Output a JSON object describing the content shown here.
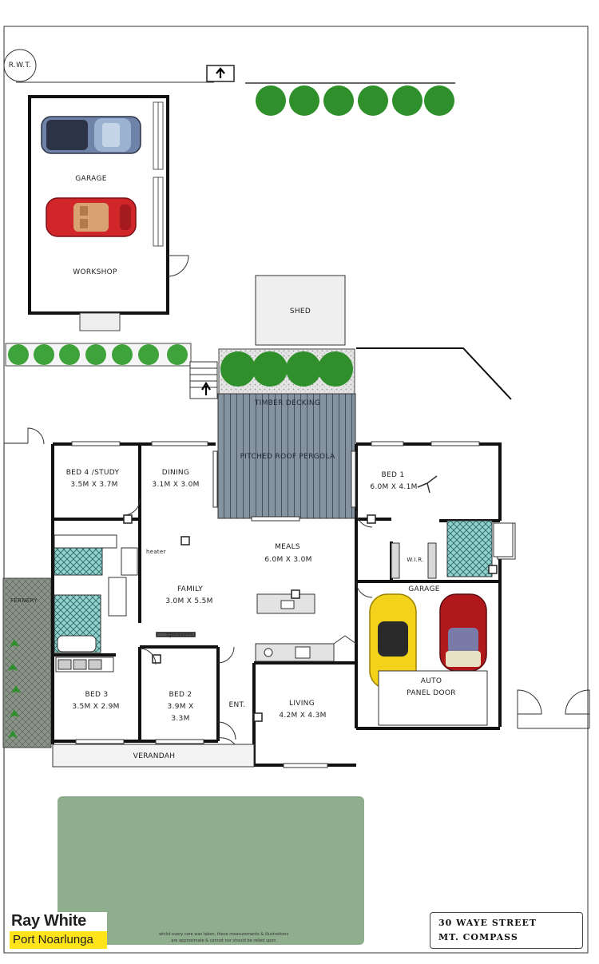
{
  "labels": {
    "rwt": "R.W.T.",
    "garage_top": "GARAGE",
    "workshop": "WORKSHOP",
    "shed": "SHED",
    "timber_decking": "TIMBER DECKING",
    "pergola": "PITCHED ROOF PERGOLA",
    "bed4": "BED 4 /STUDY",
    "bed4_size": "3.5M X 3.7M",
    "dining": "DINING",
    "dining_size": "3.1M X 3.0M",
    "bed1": "BED 1",
    "bed1_size": "6.0M X 4.1M",
    "meals": "MEALS",
    "meals_size": "6.0M X 3.0M",
    "heater": "heater",
    "wir": "W.I.R.",
    "family": "FAMILY",
    "family_size": "3.0M X 5.5M",
    "garage_main": "GARAGE",
    "fernery": "FERNERY",
    "speakers": "speakers",
    "bed3": "BED 3",
    "bed3_size": "3.5M X 2.9M",
    "bed2": "BED 2",
    "bed2_size_a": "3.9M X",
    "bed2_size_b": "3.3M",
    "ent": "ENT.",
    "living": "LIVING",
    "living_size": "4.2M X 4.3M",
    "auto_door_a": "AUTO",
    "auto_door_b": "PANEL DOOR",
    "verandah": "VERANDAH"
  },
  "brand": {
    "name": "Ray White",
    "office": "Port Noarlunga",
    "accent": "#ffe41a"
  },
  "disclaimer": {
    "line1": "whilst every care was taken, these measurements & illustrations",
    "line2": "are approximate & cannot nor should be relied upon"
  },
  "address": {
    "line1": "30 WAYE STREET",
    "line2": "MT. COMPASS"
  },
  "compass": {
    "letter": "N",
    "icon": "north-arrow-icon"
  },
  "colors": {
    "lawn": "#8fae8d",
    "pergola": "#7f8e9a",
    "hedge": "#2f8f2a",
    "tile": "#8fd3cf",
    "fernery": "#8a9488",
    "car_yellow": "#f2d21a",
    "car_red": "#b0181b",
    "car_blue": "#6f83a8",
    "car_convertible": "#d0262a"
  }
}
